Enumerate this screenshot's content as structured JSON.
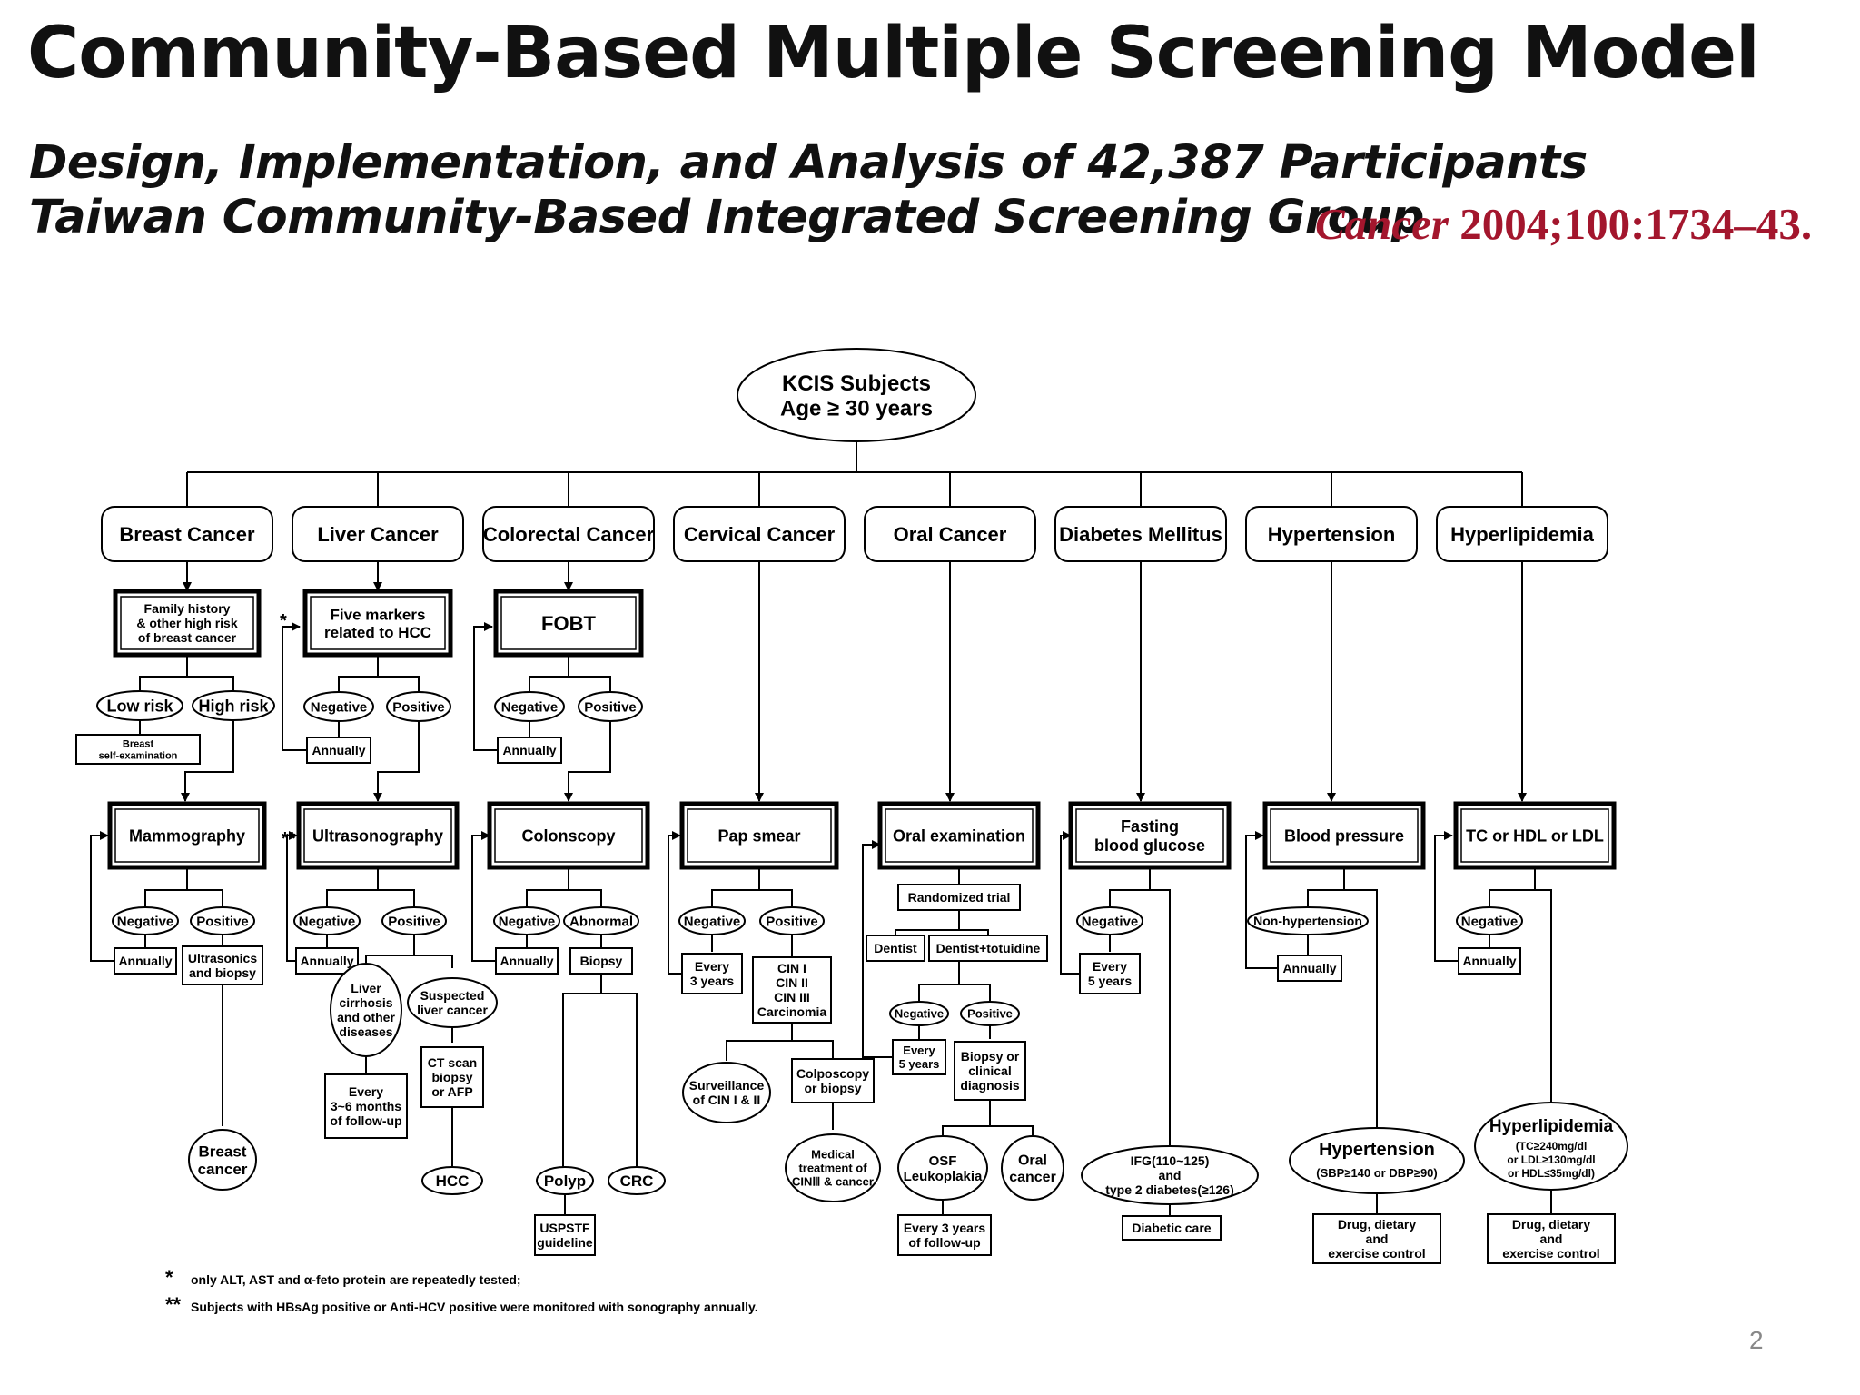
{
  "slide": {
    "title": "Community-Based Multiple Screening Model",
    "subtitle_line1": "Design, Implementation, and Analysis of 42,387 Participants",
    "subtitle_line2": "Taiwan Community-Based Integrated Screening Group",
    "citation_journal": "Cancer",
    "citation_detail": " 2004;100:1734–43.",
    "page_number": "2"
  },
  "flowchart": {
    "root": [
      "KCIS Subjects",
      "Age ≥ 30 years"
    ],
    "diseases": [
      "Breast Cancer",
      "Liver Cancer",
      "Colorectal Cancer",
      "Cervical Cancer",
      "Oral Cancer",
      "Diabetes Mellitus",
      "Hypertension",
      "Hyperlipidemia"
    ],
    "breast": {
      "risk_assessment": [
        "Family history",
        "& other high risk",
        "of breast cancer"
      ],
      "low_risk": "Low risk",
      "high_risk": "High risk",
      "self_exam": [
        "Breast",
        "self-examination"
      ],
      "test": "Mammography",
      "negative": "Negative",
      "positive": "Positive",
      "annually": "Annually",
      "workup": [
        "Ultrasonics",
        "and biopsy"
      ],
      "outcome": [
        "Breast",
        "cancer"
      ]
    },
    "liver": {
      "markers": [
        "Five markers",
        "related to HCC"
      ],
      "negative": "Negative",
      "positive": "Positive",
      "annually": "Annually",
      "test": "Ultrasonography",
      "negative2": "Negative",
      "positive2": "Positive",
      "annually2": "Annually",
      "cirrhosis": [
        "Liver",
        "cirrhosis",
        "and other",
        "diseases"
      ],
      "suspected": [
        "Suspected",
        "liver cancer"
      ],
      "follow_up": [
        "Every",
        "3~6 months",
        "of follow-up"
      ],
      "ct": [
        "CT scan",
        "biopsy",
        "or AFP"
      ],
      "outcome": "HCC",
      "mark_single": "*",
      "mark_double": "**"
    },
    "colorectal": {
      "test1": "FOBT",
      "negative": "Negative",
      "positive": "Positive",
      "annually": "Annually",
      "test2": "Colonscopy",
      "negative2": "Negative",
      "abnormal": "Abnormal",
      "annually2": "Annually",
      "biopsy": "Biopsy",
      "polyp": "Polyp",
      "crc": "CRC",
      "guideline": [
        "USPSTF",
        "guideline"
      ]
    },
    "cervical": {
      "test": "Pap smear",
      "negative": "Negative",
      "positive": "Positive",
      "every3": [
        "Every",
        "3 years"
      ],
      "cin": [
        "CIN I",
        "CIN II",
        "CIN III",
        "Carcinomia"
      ],
      "surveillance": [
        "Surveillance",
        "of CIN I & II"
      ],
      "colposcopy": [
        "Colposcopy",
        "or biopsy"
      ],
      "treatment": [
        "Medical",
        "treatment of",
        "CINⅢ & cancer"
      ]
    },
    "oral": {
      "test": "Oral examination",
      "trial": "Randomized trial",
      "dentist": "Dentist",
      "dentist_toluidine": "Dentist+totuidine",
      "negative": "Negative",
      "positive": "Positive",
      "every5": [
        "Every",
        "5 years"
      ],
      "biopsy": [
        "Biopsy or",
        "clinical",
        "diagnosis"
      ],
      "osf": [
        "OSF",
        "Leukoplakia"
      ],
      "oral_cancer": [
        "Oral",
        "cancer"
      ],
      "follow_up": [
        "Every 3 years",
        "of follow-up"
      ]
    },
    "diabetes": {
      "test": [
        "Fasting",
        "blood glucose"
      ],
      "negative": "Negative",
      "every5": [
        "Every",
        "5 years"
      ],
      "ifg": [
        "IFG(110~125)",
        "and",
        "type 2 diabetes(≥126)"
      ],
      "care": "Diabetic care"
    },
    "hypertension": {
      "test": "Blood pressure",
      "non": "Non-hypertension",
      "annually": "Annually",
      "outcome_title": "Hypertension",
      "outcome_def": "(SBP≥140 or DBP≥90)",
      "control": [
        "Drug, dietary",
        "and",
        "exercise control"
      ]
    },
    "hyperlipidemia": {
      "test": "TC or HDL or LDL",
      "negative": "Negative",
      "annually": "Annually",
      "outcome_title": "Hyperlipidemia",
      "outcome_def": [
        "(TC≥240mg/dl",
        "or LDL≥130mg/dl",
        "or HDL≤35mg/dl)"
      ],
      "control": [
        "Drug, dietary",
        "and",
        "exercise control"
      ]
    },
    "footnotes": {
      "mark1": "*",
      "note1": "only ALT, AST and α-feto protein are repeatedly tested;",
      "mark2": "**",
      "note2": "Subjects with HBsAg positive or Anti-HCV positive were monitored with sonography annually."
    }
  }
}
